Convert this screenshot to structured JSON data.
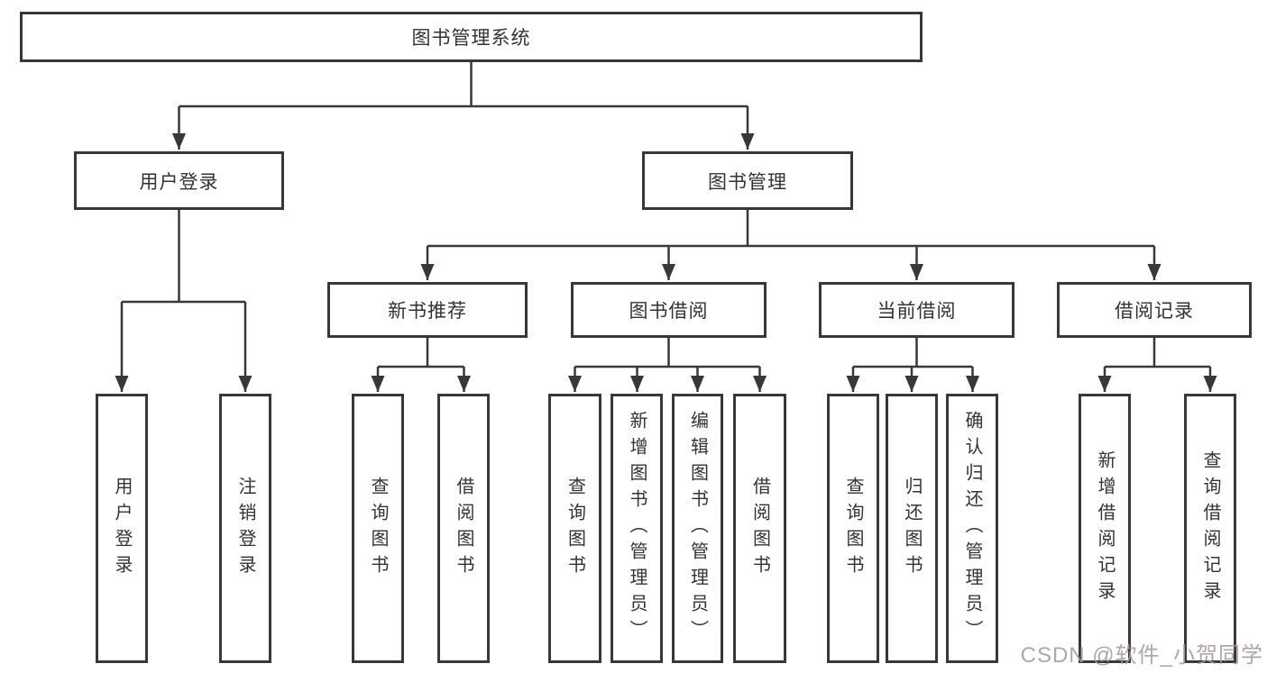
{
  "colors": {
    "line": "#383838",
    "box_border": "#383838",
    "text": "#333333",
    "background": "#ffffff",
    "watermark": "#a89898"
  },
  "watermark": {
    "text": "CSDN @软件_小贺同学"
  },
  "tree": {
    "root": {
      "label": "图书管理系统"
    },
    "children": [
      {
        "label": "用户登录",
        "children": [
          {
            "label": "用户登录"
          },
          {
            "label": "注销登录"
          }
        ]
      },
      {
        "label": "图书管理",
        "children": [
          {
            "label": "新书推荐",
            "children": [
              {
                "label": "查询图书"
              },
              {
                "label": "借阅图书"
              }
            ]
          },
          {
            "label": "图书借阅",
            "children": [
              {
                "label": "查询图书"
              },
              {
                "label": "新增图书（管理员）"
              },
              {
                "label": "编辑图书（管理员）"
              },
              {
                "label": "借阅图书"
              }
            ]
          },
          {
            "label": "当前借阅",
            "children": [
              {
                "label": "查询图书"
              },
              {
                "label": "归还图书"
              },
              {
                "label": "确认归还（管理员）"
              }
            ]
          },
          {
            "label": "借阅记录",
            "children": [
              {
                "label": "新增借阅记录"
              },
              {
                "label": "查询借阅记录"
              }
            ]
          }
        ]
      }
    ]
  }
}
